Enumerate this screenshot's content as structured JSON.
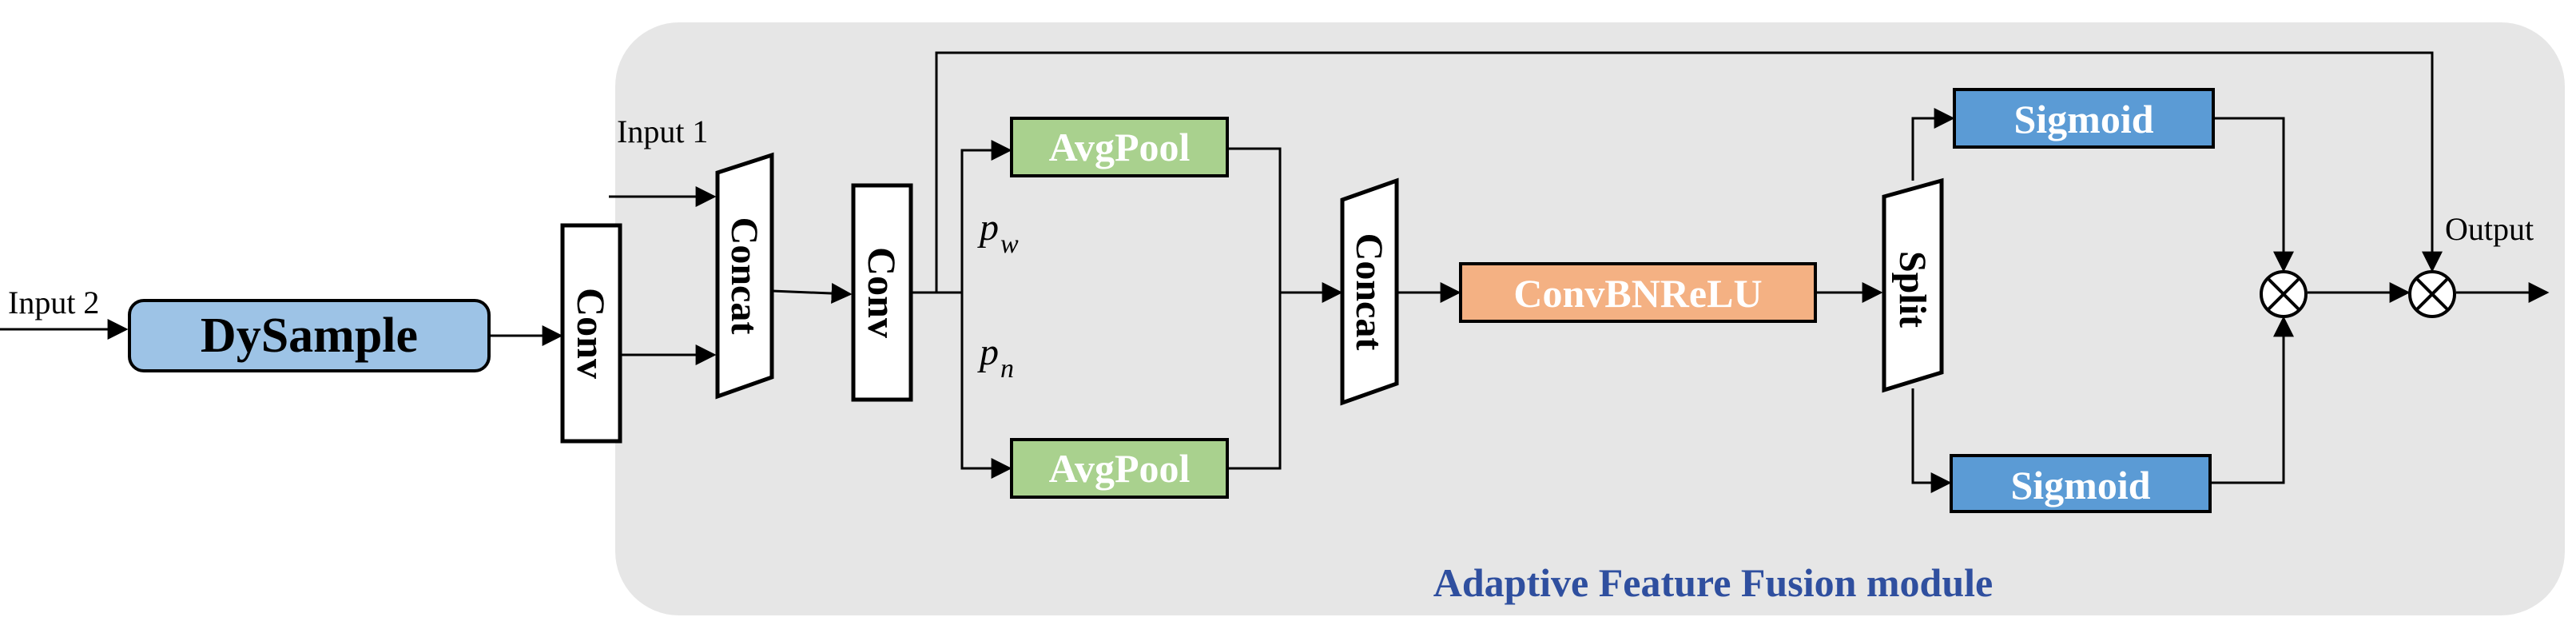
{
  "inputs": {
    "input1": "Input 1",
    "input2": "Input 2"
  },
  "output": "Output",
  "blocks": {
    "dysample": "DySample",
    "conv1": "Conv",
    "concat1": "Concat",
    "conv2": "Conv",
    "avgpool_top": "AvgPool",
    "avgpool_bottom": "AvgPool",
    "concat2": "Concat",
    "convbnrelu": "ConvBNReLU",
    "split": "Split",
    "sigmoid_top": "Sigmoid",
    "sigmoid_bottom": "Sigmoid"
  },
  "labels": {
    "pw_base": "p",
    "pw_sub": "w",
    "pn_base": "p",
    "pn_sub": "n"
  },
  "module_title": "Adaptive Feature Fusion module",
  "colors": {
    "panel": "#e6e6e6",
    "dysample": "#9dc3e6",
    "avgpool": "#a9d18e",
    "convbnrelu": "#f4b183",
    "sigmoid": "#5b9bd5",
    "title": "#2f4f9f"
  },
  "icons": {
    "multiply_top": "circled-times-icon",
    "multiply_output": "circled-times-icon"
  }
}
